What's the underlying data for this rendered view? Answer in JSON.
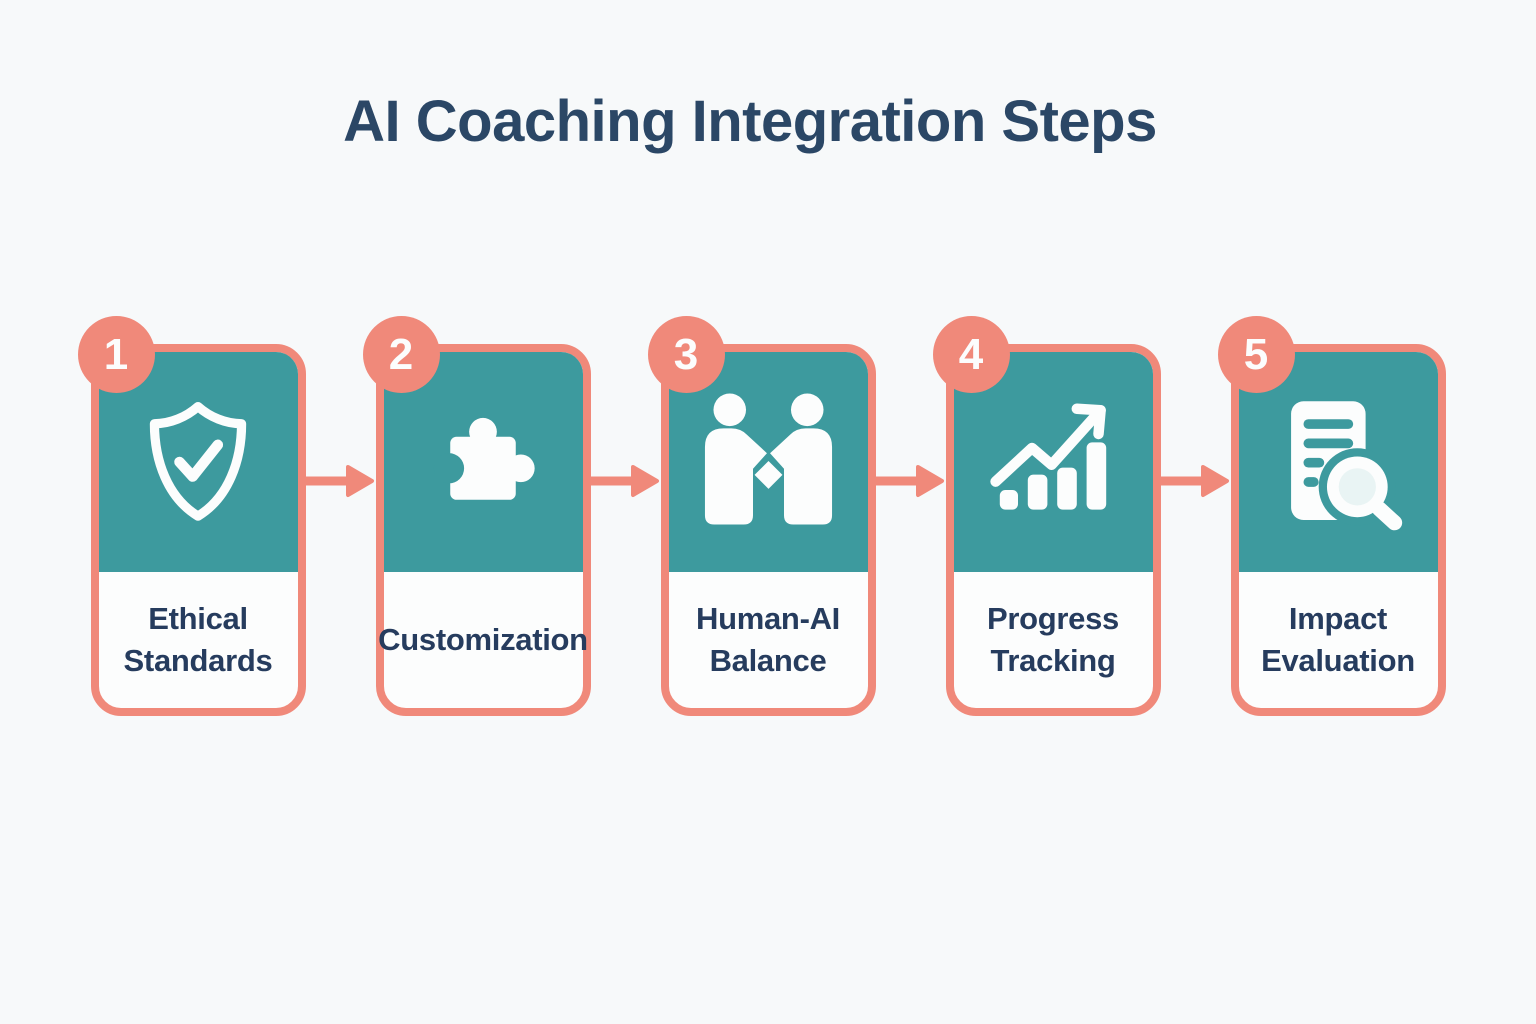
{
  "title": "AI Coaching Integration Steps",
  "colors": {
    "background": "#F7F9FA",
    "card_header_teal": "#3D9A9E",
    "coral_accent": "#F0897A",
    "label_navy": "#263C5E",
    "title_navy": "#2B4766",
    "icon_white": "#FCFDFD"
  },
  "steps": [
    {
      "number": "1",
      "label": "Ethical\nStandards",
      "icon": "shield-check"
    },
    {
      "number": "2",
      "label": "Customization",
      "icon": "puzzle-piece"
    },
    {
      "number": "3",
      "label": "Human-AI\nBalance",
      "icon": "handshake-people"
    },
    {
      "number": "4",
      "label": "Progress\nTracking",
      "icon": "growth-chart"
    },
    {
      "number": "5",
      "label": "Impact\nEvaluation",
      "icon": "document-magnifier"
    }
  ]
}
